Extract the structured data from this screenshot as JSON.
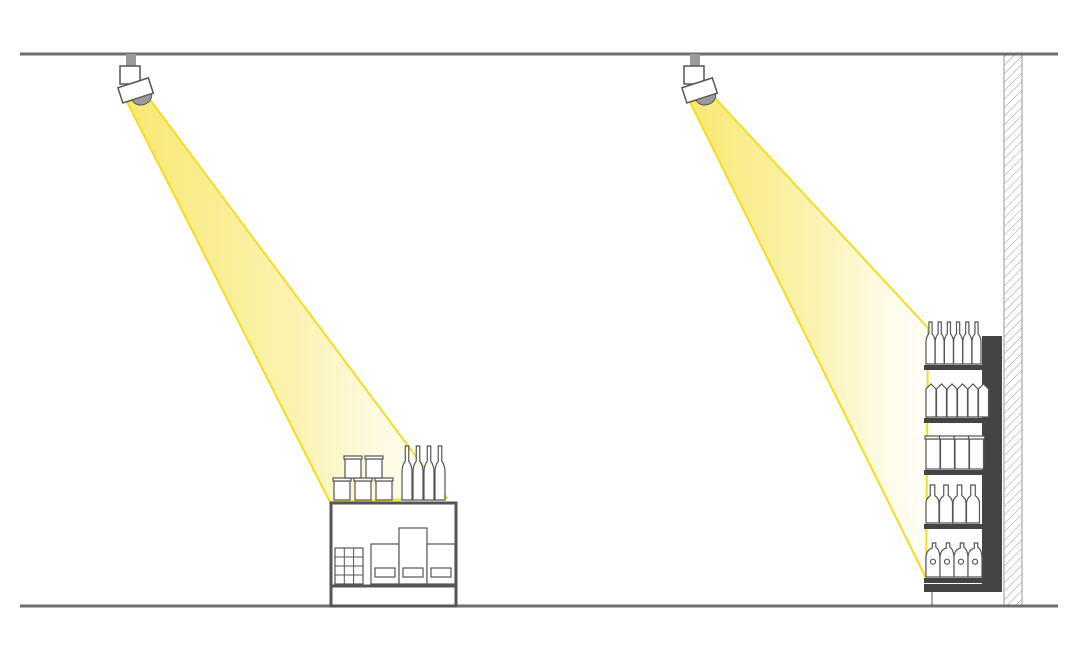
{
  "colors": {
    "background": "#ffffff",
    "structure": "#6e6e6e",
    "shelf_dark": "#444444",
    "outline": "#555555",
    "beam_edge": "#f5dc1e",
    "beam_core": "#f7e45a",
    "beam_fade": "#fffbe6",
    "wall_hatch": "#9a9a9a",
    "lamp_head": "#9a9a9a"
  },
  "scene": {
    "ceiling": true,
    "floor": true,
    "right_wall": "hatched"
  },
  "fixtures": [
    {
      "name": "spotlight-left",
      "target": "display-table"
    },
    {
      "name": "spotlight-right",
      "target": "wall-shelving"
    }
  ],
  "display_table": {
    "top_items": [
      "jars",
      "bottles"
    ],
    "front_items": [
      "grid-box",
      "box",
      "tall-box",
      "box"
    ]
  },
  "wall_shelving": {
    "shelves": [
      {
        "item": "bottles",
        "count": 6
      },
      {
        "item": "cartons",
        "count": 6
      },
      {
        "item": "jars",
        "count": 4
      },
      {
        "item": "bottles",
        "count": 4
      },
      {
        "item": "jugs",
        "count": 4
      }
    ]
  }
}
